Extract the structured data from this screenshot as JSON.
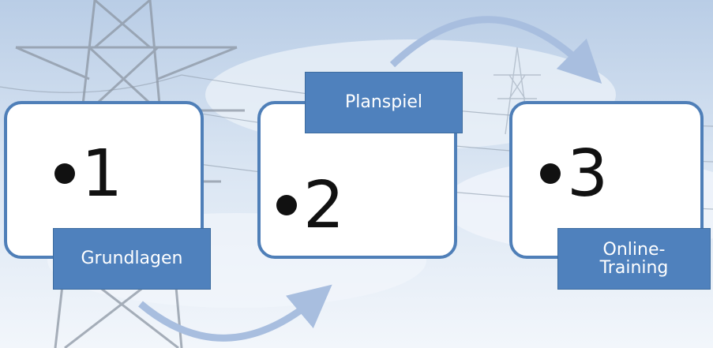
{
  "steps": [
    {
      "number": "1",
      "label": "Grundlagen"
    },
    {
      "number": "2",
      "label": "Planspiel"
    },
    {
      "number": "3",
      "label": "Online-\nTraining"
    }
  ],
  "colors": {
    "card_border": "#4f7fb8",
    "label_fill": "#4f81bd",
    "arrow": "#a8bedf",
    "sky_top": "#8fb0d6",
    "sky_bottom": "#eef3f9"
  }
}
